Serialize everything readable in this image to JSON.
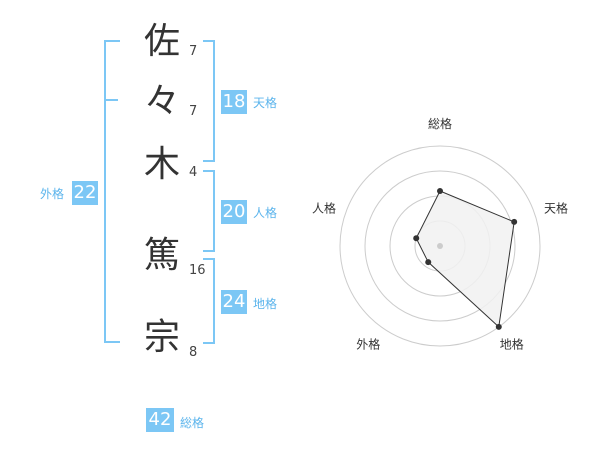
{
  "name": {
    "chars": [
      {
        "char": "佐",
        "strokes": "7"
      },
      {
        "char": "々",
        "strokes": "7"
      },
      {
        "char": "木",
        "strokes": "4"
      },
      {
        "char": "篤",
        "strokes": "16"
      },
      {
        "char": "宗",
        "strokes": "8"
      }
    ]
  },
  "kaku": {
    "tenkaku": {
      "value": "18",
      "label": "天格"
    },
    "jinkaku": {
      "value": "20",
      "label": "人格"
    },
    "chikaku": {
      "value": "24",
      "label": "地格"
    },
    "gaikaku": {
      "value": "22",
      "label": "外格"
    },
    "soukaku": {
      "value": "42",
      "label": "総格"
    }
  },
  "colors": {
    "accent": "#7cc7f5",
    "label": "#5bb4ec",
    "radar_fill": "#f1f1f1",
    "radar_ring": "#cccccc"
  },
  "chart_data": {
    "type": "radar",
    "axes": [
      "総格",
      "天格",
      "地格",
      "外格",
      "人格"
    ],
    "values": [
      0.55,
      0.78,
      1.0,
      0.2,
      0.25
    ],
    "rlim": [
      0,
      1
    ],
    "rings": 4
  }
}
